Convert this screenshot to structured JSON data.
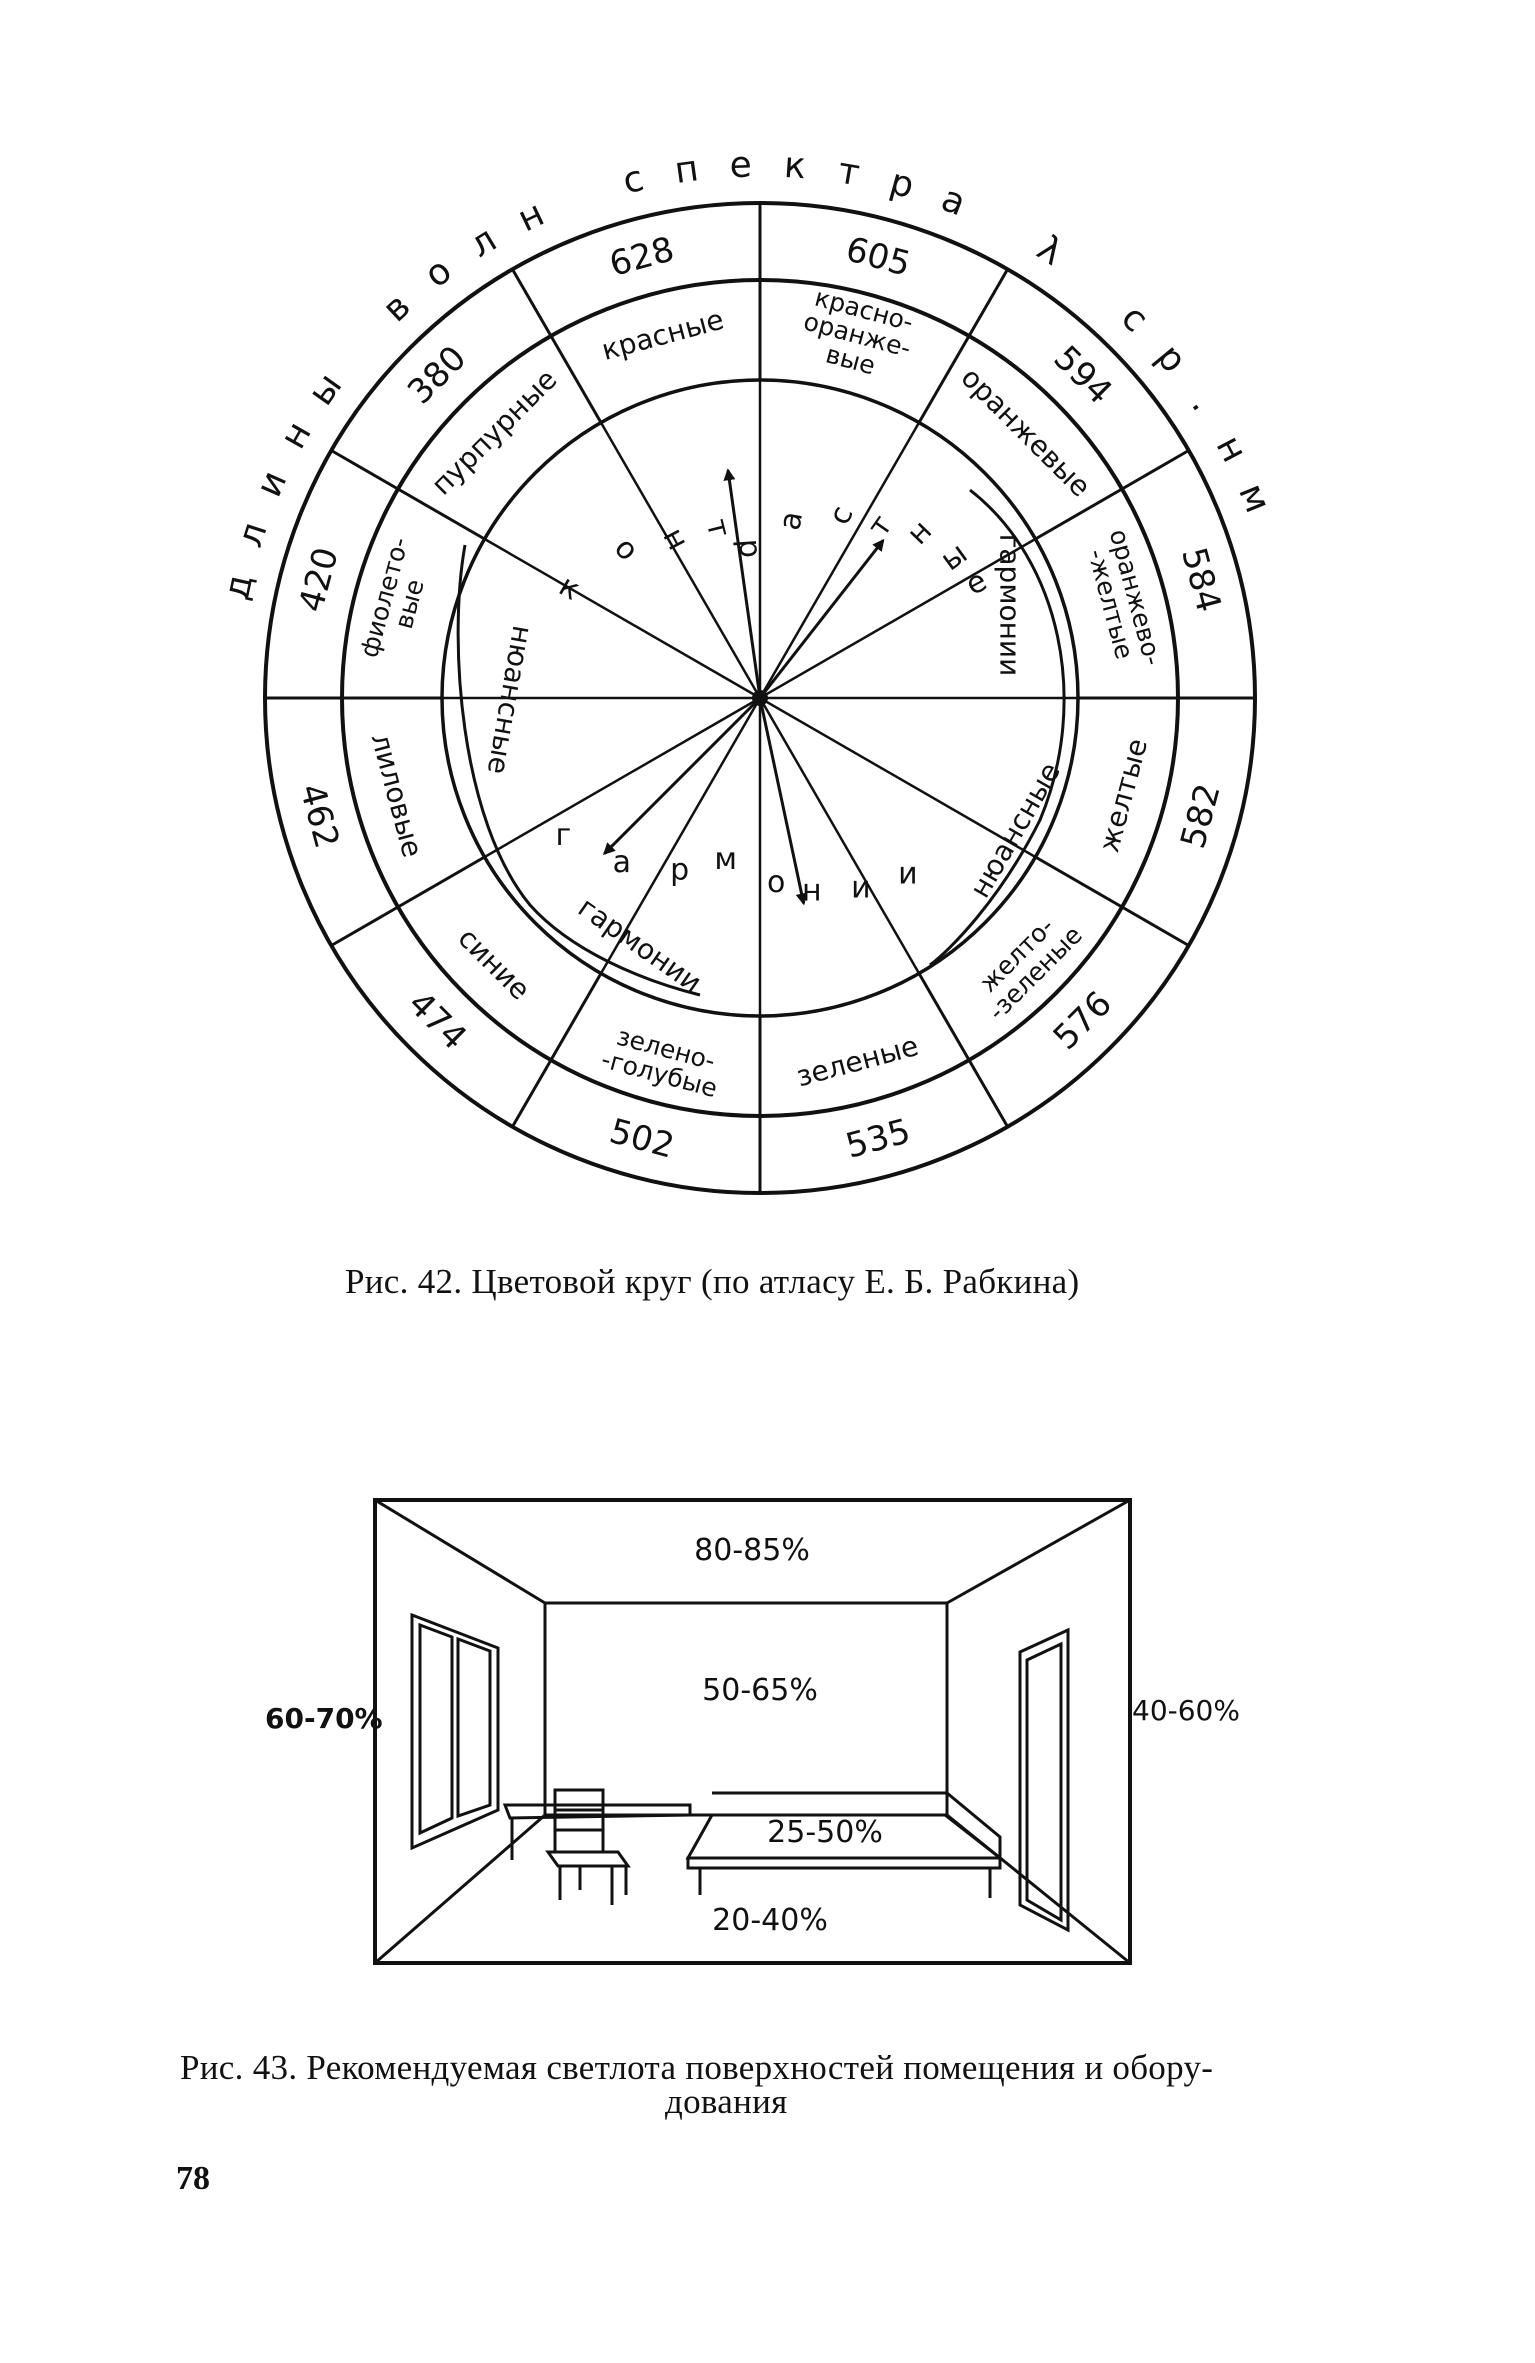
{
  "figure42": {
    "outer_title": [
      "длины",
      "волн",
      "спектра",
      "λ",
      "ср.нм"
    ],
    "wavelengths": [
      "605",
      "594",
      "584",
      "582",
      "576",
      "535",
      "502",
      "474",
      "462",
      "420",
      "380",
      "628"
    ],
    "color_names": [
      [
        "красно-",
        "оранже-",
        "вые"
      ],
      [
        "оранжевые"
      ],
      [
        "оранжево-",
        "-желтые"
      ],
      [
        "желтые"
      ],
      [
        "желто-",
        "-зеленые"
      ],
      [
        "зеленые"
      ],
      [
        "зелено-",
        "-голубые"
      ],
      [
        "синие"
      ],
      [
        "лиловые"
      ],
      [
        "фиолето-",
        "вые"
      ],
      [
        "пурпурные"
      ],
      [
        "красные"
      ]
    ],
    "inner_words": {
      "contrast": [
        "к",
        "о",
        "н",
        "т",
        "р",
        "а",
        "с",
        "т",
        "н",
        "ы",
        "е"
      ],
      "harmony_top": "гармонии",
      "nuance_right": "нюансные",
      "nuance_left": "нюансные",
      "harmony_bottom_arc": "гармонии",
      "harmony_letters": [
        "г",
        "а",
        "р",
        "м",
        "о",
        "н",
        "и",
        "и"
      ]
    },
    "caption": "Рис. 42. Цветовой круг (по атласу Е. Б. Рабкина)"
  },
  "figure43": {
    "ceiling": "80-85%",
    "back_wall": "50-65%",
    "left_wall": "60-70%",
    "right_wall": "40-60%",
    "furniture": "25-50%",
    "floor": "20-40%",
    "caption_line1": "Рис. 43. Рекомендуемая светлота поверхностей помещения и обору-",
    "caption_line2": "дования"
  },
  "page_number": "78"
}
